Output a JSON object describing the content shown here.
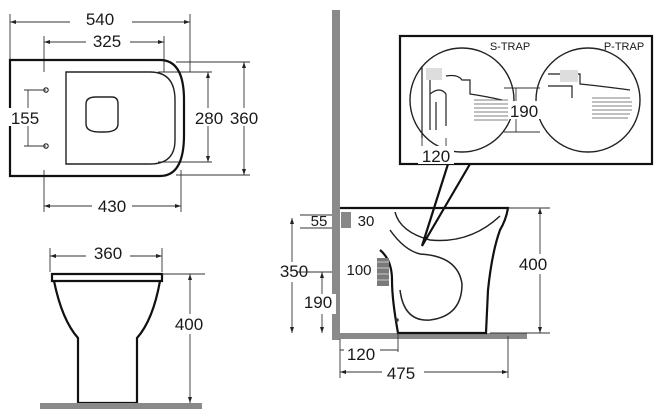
{
  "top_view": {
    "overall_width": "540",
    "seat_width": "325",
    "fixing_spacing": "155",
    "seat_depth": "280",
    "overall_depth": "360",
    "base_width": "430"
  },
  "front_view": {
    "top_width": "360",
    "height": "400"
  },
  "side_view": {
    "top_offset": "55",
    "top_inlet": "30",
    "inlet_height": "350",
    "outlet_size": "100",
    "outlet_height": "190",
    "height": "400",
    "wall_to_outlet": "120",
    "projection": "475"
  },
  "trap_detail": {
    "s_trap_label": "S-TRAP",
    "p_trap_label": "P-TRAP",
    "p_trap_height": "190",
    "s_trap_offset": "120"
  }
}
